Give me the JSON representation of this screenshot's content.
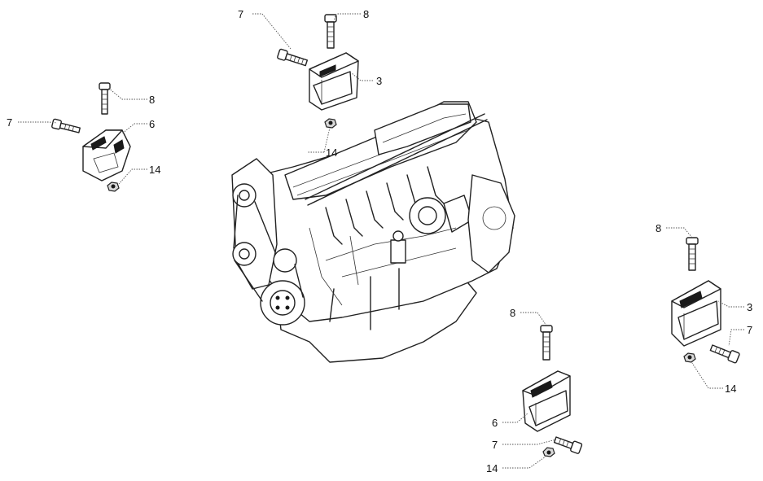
{
  "callouts": {
    "top_bolt_7": "7",
    "top_bolt_8": "8",
    "top_bracket_3": "3",
    "top_nut_14": "14",
    "left_bolt_8": "8",
    "left_bolt_7": "7",
    "left_bracket_6": "6",
    "left_nut_14": "14",
    "right_bolt_8": "8",
    "right_bracket_3": "3",
    "right_bolt_7": "7",
    "right_nut_14": "14",
    "bottom_bolt_8": "8",
    "bottom_bracket_6": "6",
    "bottom_bolt_7": "7",
    "bottom_nut_14": "14"
  }
}
